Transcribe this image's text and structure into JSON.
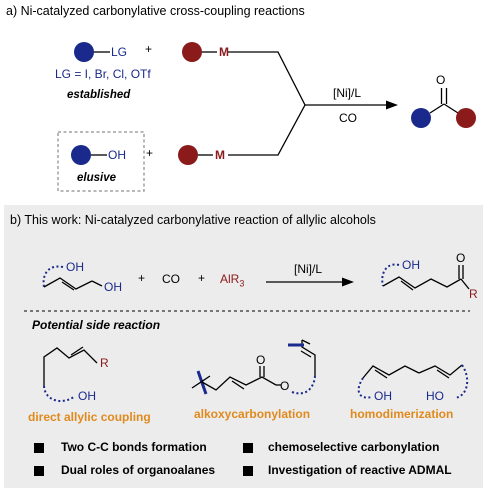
{
  "section_a": {
    "title": "a) Ni-catalyzed carbonylative cross-coupling reactions",
    "lg_label": "LG",
    "lg_options": "LG = I, Br, Cl, OTf",
    "established": "established",
    "oh_label": "OH",
    "elusive": "elusive",
    "m_label": "M",
    "plus": "+",
    "catalyst": "[Ni]/L",
    "co": "CO"
  },
  "section_b": {
    "title": "b) This work: Ni-catalyzed carbonylative reaction of allylic alcohols",
    "oh": "OH",
    "co": "CO",
    "reagent": "AlR",
    "reagent_sub": "3",
    "catalyst": "[Ni]/L",
    "o": "O",
    "r": "R",
    "plus": "+",
    "side_heading": "Potential side reaction",
    "side_reactions": [
      "direct allylic coupling",
      "alkoxycarbonylation",
      "homodimerization"
    ],
    "side_ho": "HO",
    "features": [
      "Two C-C bonds formation",
      "chemoselective carbonylation",
      "Dual roles of organoalanes",
      "Investigation of reactive ADMAL"
    ]
  },
  "colors": {
    "blue": "#1a2a8c",
    "red": "#8b1a1a",
    "orange": "#e08a1e",
    "panel_bg": "#ececec"
  }
}
